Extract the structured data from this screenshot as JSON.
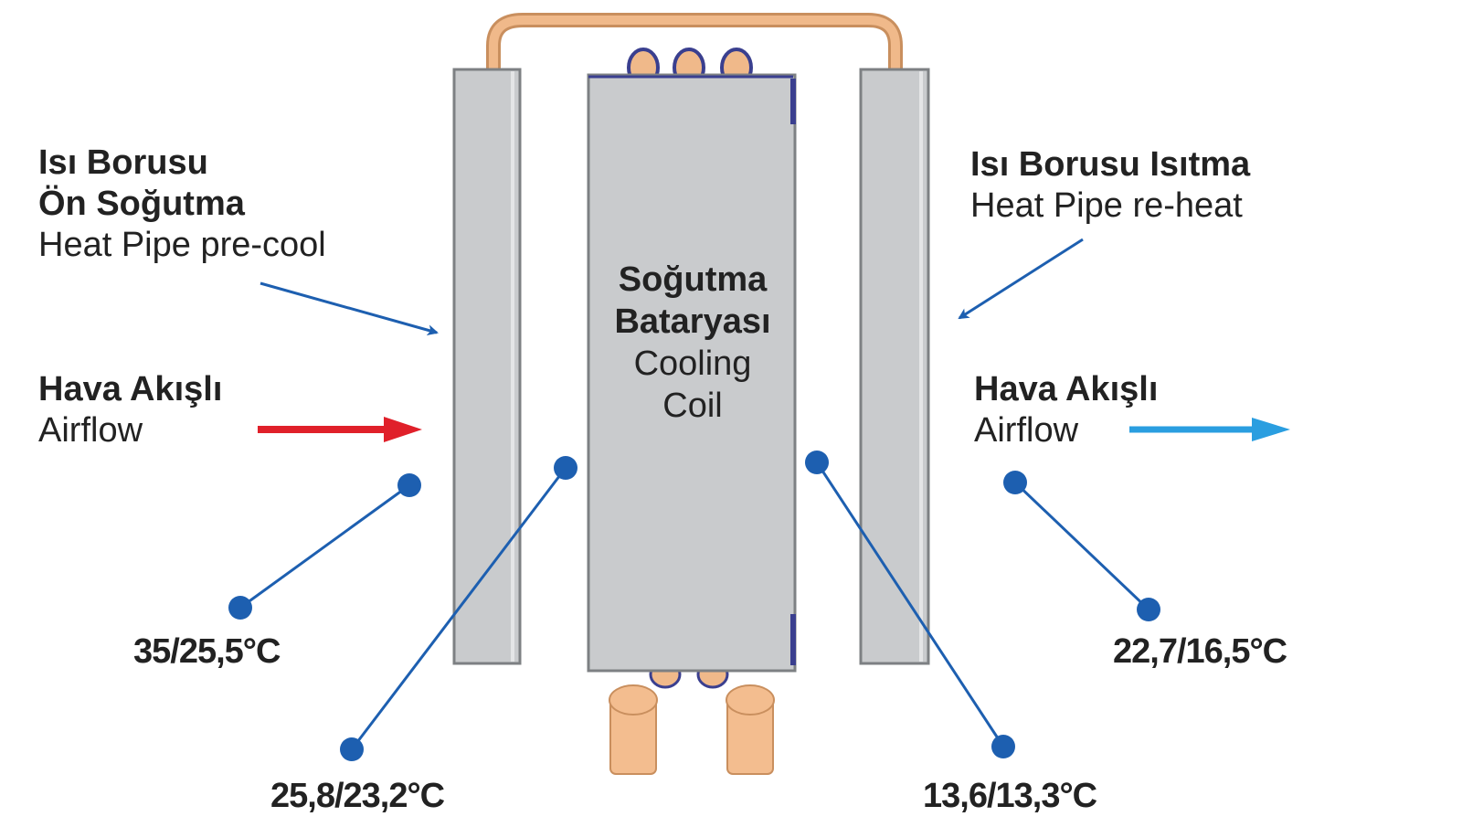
{
  "left_label": {
    "title_line1": "Isı Borusu",
    "title_line2": "Ön Soğutma",
    "subtitle": "Heat Pipe pre-cool"
  },
  "right_label": {
    "title": "Isı Borusu Isıtma",
    "subtitle": "Heat Pipe re-heat"
  },
  "coil_label": {
    "title_line1": "Soğutma",
    "title_line2": "Bataryası",
    "sub_line1": "Cooling",
    "sub_line2": "Coil"
  },
  "airflow_left": {
    "title": "Hava Akışlı",
    "subtitle": "Airflow"
  },
  "airflow_right": {
    "title": "Hava Akışlı",
    "subtitle": "Airflow"
  },
  "temperatures": {
    "inlet": "35/25,5°C",
    "after_precool": "25,8/23,2°C",
    "after_coil": "13,6/13,3°C",
    "outlet": "22,7/16,5°C"
  },
  "colors": {
    "panel": "#c9cbcd",
    "panel_border": "#7d8083",
    "pipe": "#f0b98a",
    "pipe_border": "#c98f5e",
    "coil_edge": "#3a3f8f",
    "callout": "#1d5fb0",
    "airflow_in": "#e0202a",
    "airflow_out": "#2a9ee0"
  }
}
